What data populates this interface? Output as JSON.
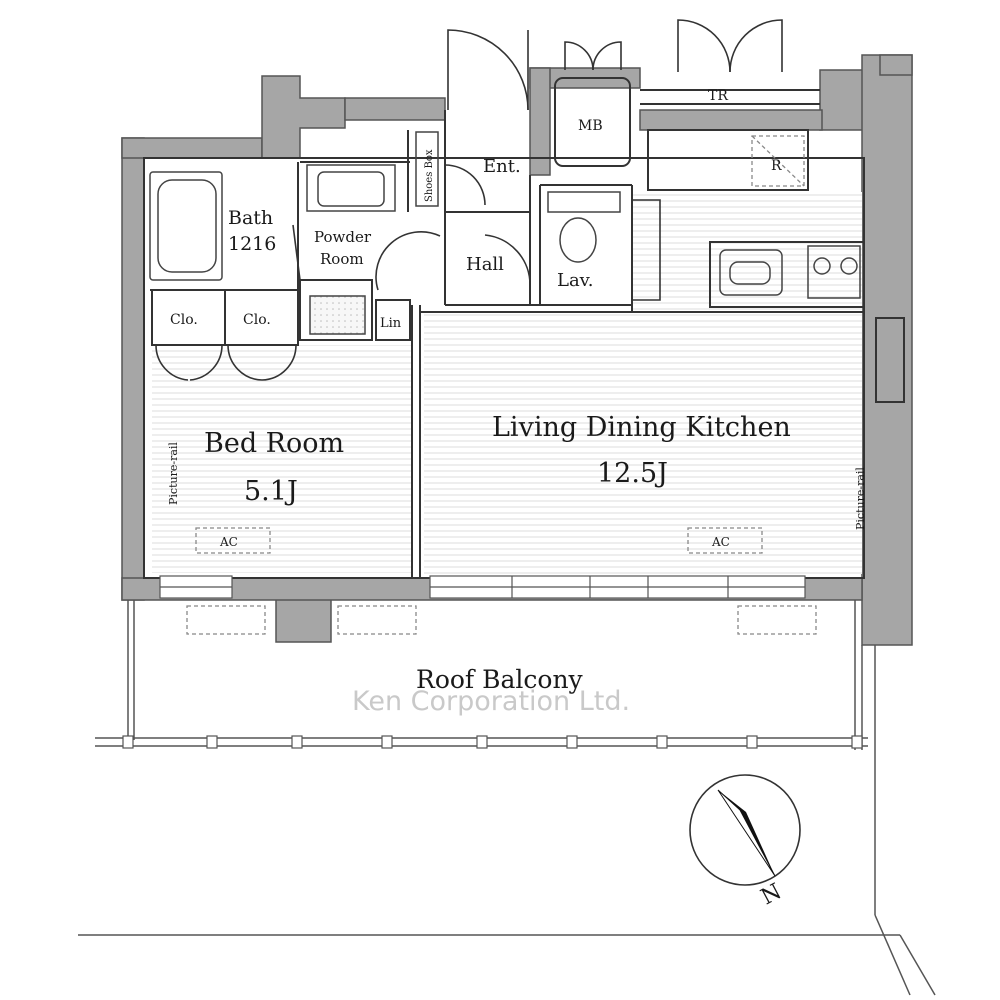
{
  "rooms": {
    "bath": {
      "name": "Bath",
      "size": "1216"
    },
    "powder_room": {
      "line1": "Powder",
      "line2": "Room"
    },
    "entrance": "Ent.",
    "shoes_box": "Shoes Box",
    "hall": "Hall",
    "lavatory": "Lav.",
    "meter_box": "MB",
    "trunk_room": "TR",
    "refrigerator": "R",
    "closet_left": "Clo.",
    "closet_right": "Clo.",
    "linen": "Lin",
    "bedroom": {
      "name": "Bed Room",
      "size": "5.1J"
    },
    "ldk": {
      "name": "Living Dining Kitchen",
      "size": "12.5J"
    },
    "balcony": "Roof Balcony"
  },
  "fixtures": {
    "picture_rail": "Picture-rail",
    "ac": "AC"
  },
  "compass": {
    "north": "N"
  },
  "watermark": "Ken Corporation Ltd.",
  "colors": {
    "wall": "#a6a6a6",
    "wall_outline": "#555555",
    "line": "#333333",
    "floor_stripe": "#e2e2e2",
    "watermark": "#c9c9c9"
  }
}
